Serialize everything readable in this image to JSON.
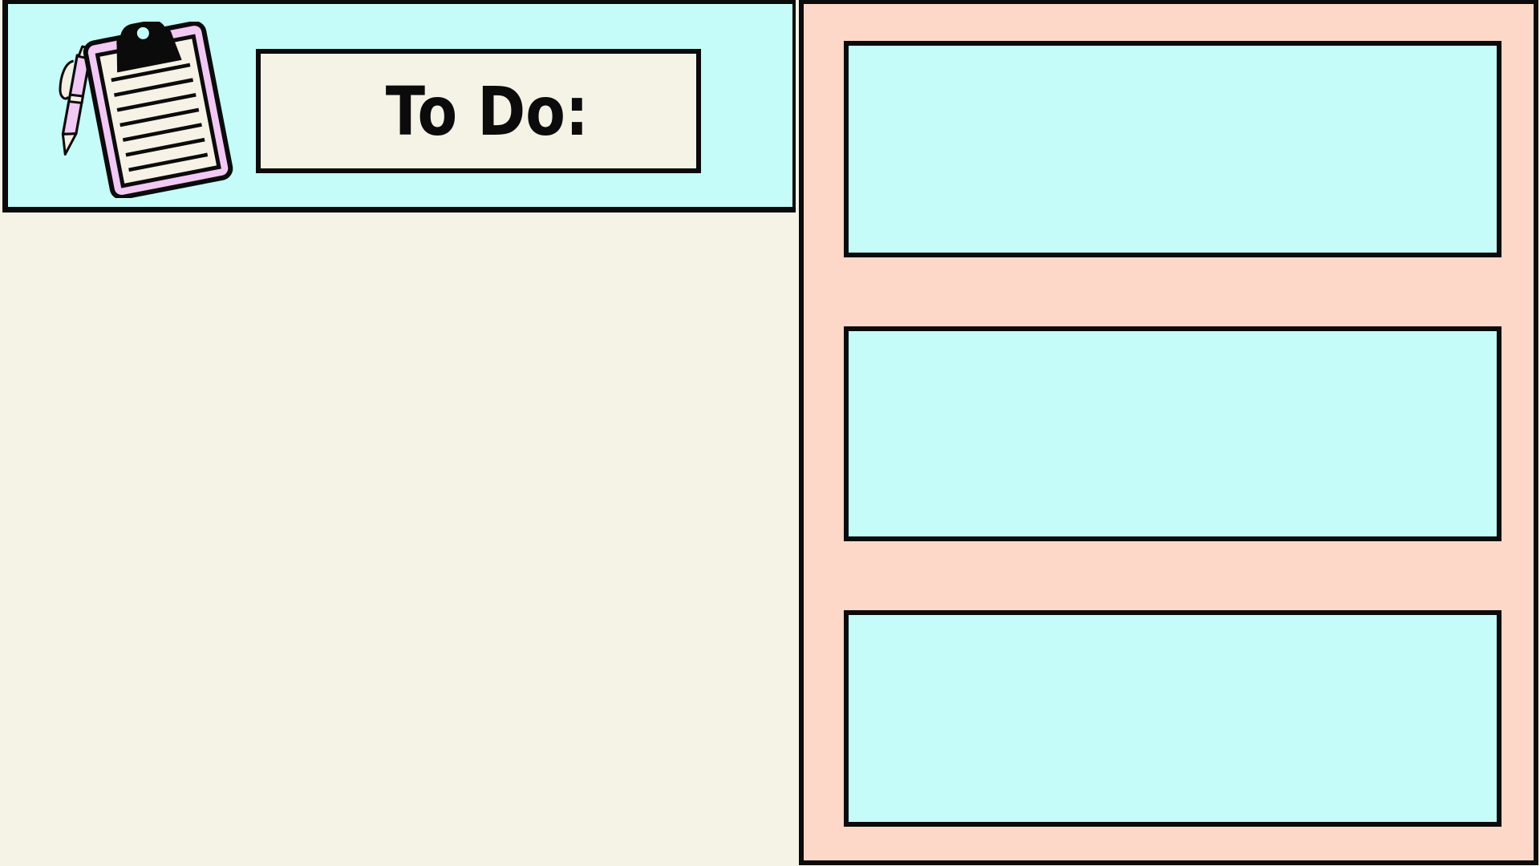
{
  "page": {
    "kind": "to-do-list-template",
    "background_color": "#F5F2E6"
  },
  "colors": {
    "cream": "#F5F2E6",
    "cyan": "#C5FCFA",
    "peach": "#FDD8C8",
    "pink": "#F2C2F2",
    "ink": "#0B0B0B"
  },
  "header": {
    "title": "To Do:",
    "background_color": "#C5FCFA",
    "icon": "clipboard-with-pen-illustration",
    "icon_parts": {
      "pen": "pen-icon",
      "clipboard": "clipboard-icon",
      "clip": "clipboard-clip-icon",
      "ruled_lines": 8
    }
  },
  "notes_area": {
    "content": "",
    "placeholder": "",
    "background_color": "#F5F2E6"
  },
  "right_panel": {
    "background_color": "#FDD8C8",
    "task_slots": [
      {
        "label": "",
        "placeholder": "",
        "background_color": "#C5FCFA"
      },
      {
        "label": "",
        "placeholder": "",
        "background_color": "#C5FCFA"
      },
      {
        "label": "",
        "placeholder": "",
        "background_color": "#C5FCFA"
      }
    ]
  }
}
